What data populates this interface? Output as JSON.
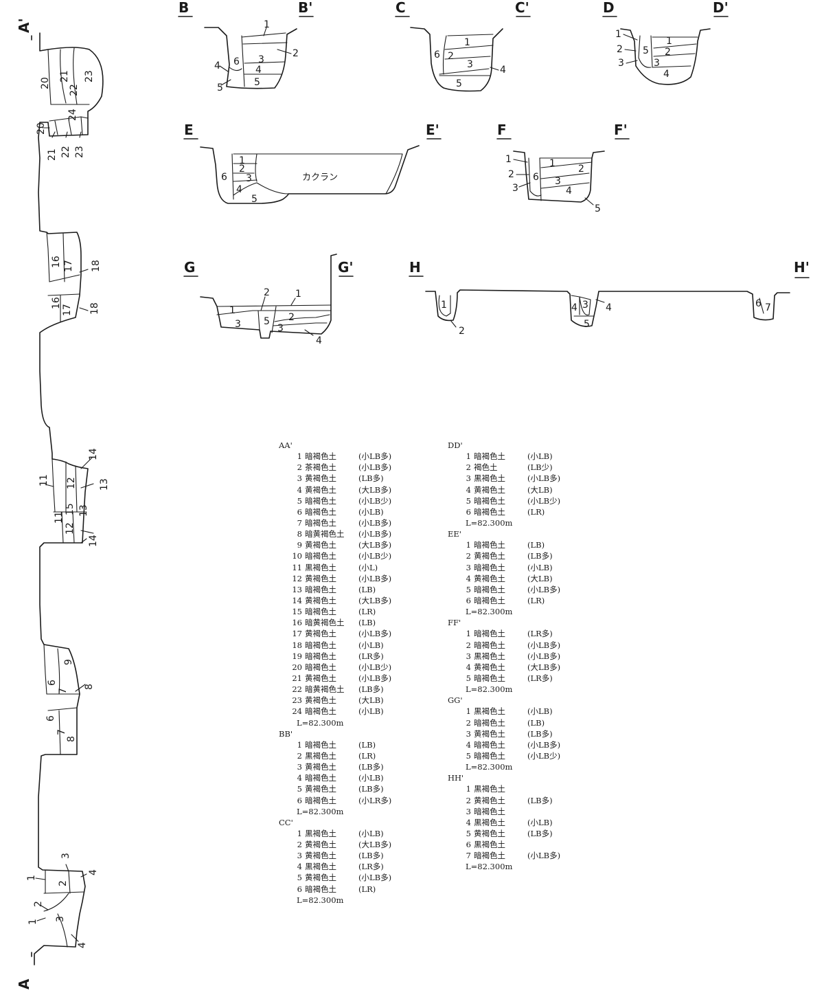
{
  "diagram": {
    "sections": {
      "A": {
        "start": "A",
        "end": "A'"
      },
      "B": {
        "start": "B",
        "end": "B'"
      },
      "C": {
        "start": "C",
        "end": "C'"
      },
      "D": {
        "start": "D",
        "end": "D'"
      },
      "E": {
        "start": "E",
        "end": "E'"
      },
      "F": {
        "start": "F",
        "end": "F'"
      },
      "G": {
        "start": "G",
        "end": "G'"
      },
      "H": {
        "start": "H",
        "end": "H'"
      }
    },
    "disturbance_label": "カクラン"
  },
  "legend": [
    {
      "section": "AA'",
      "level": "L=82.300m",
      "layers": [
        {
          "no": "1",
          "soil": "暗褐色土",
          "note": "(小LB多)"
        },
        {
          "no": "2",
          "soil": "茶褐色土",
          "note": "(小LB多)"
        },
        {
          "no": "3",
          "soil": "黄褐色土",
          "note": "(LB多)"
        },
        {
          "no": "4",
          "soil": "黄褐色土",
          "note": "(大LB多)"
        },
        {
          "no": "5",
          "soil": "暗褐色土",
          "note": "(小LB少)"
        },
        {
          "no": "6",
          "soil": "暗褐色土",
          "note": "(小LB)"
        },
        {
          "no": "7",
          "soil": "暗褐色土",
          "note": "(小LB多)"
        },
        {
          "no": "8",
          "soil": "暗黄褐色土",
          "note": "(小LB多)"
        },
        {
          "no": "9",
          "soil": "黄褐色土",
          "note": "(大LB多)"
        },
        {
          "no": "10",
          "soil": "暗褐色土",
          "note": "(小LB少)"
        },
        {
          "no": "11",
          "soil": "黒褐色土",
          "note": "(小L)"
        },
        {
          "no": "12",
          "soil": "黄褐色土",
          "note": "(小LB多)"
        },
        {
          "no": "13",
          "soil": "暗褐色土",
          "note": "(LB)"
        },
        {
          "no": "14",
          "soil": "黄褐色土",
          "note": "(大LB多)"
        },
        {
          "no": "15",
          "soil": "暗褐色土",
          "note": "(LR)"
        },
        {
          "no": "16",
          "soil": "暗黄褐色土",
          "note": "(LB)"
        },
        {
          "no": "17",
          "soil": "黄褐色土",
          "note": "(小LB多)"
        },
        {
          "no": "18",
          "soil": "暗褐色土",
          "note": "(小LB)"
        },
        {
          "no": "19",
          "soil": "暗褐色土",
          "note": "(LR多)"
        },
        {
          "no": "20",
          "soil": "暗褐色土",
          "note": "(小LB少)"
        },
        {
          "no": "21",
          "soil": "黄褐色土",
          "note": "(小LB多)"
        },
        {
          "no": "22",
          "soil": "暗黄褐色土",
          "note": "(LB多)"
        },
        {
          "no": "23",
          "soil": "黄褐色土",
          "note": "(大LB)"
        },
        {
          "no": "24",
          "soil": "暗褐色土",
          "note": "(小LB)"
        }
      ]
    },
    {
      "section": "BB'",
      "level": "L=82.300m",
      "layers": [
        {
          "no": "1",
          "soil": "暗褐色土",
          "note": "(LB)"
        },
        {
          "no": "2",
          "soil": "黒褐色土",
          "note": "(LR)"
        },
        {
          "no": "3",
          "soil": "黄褐色土",
          "note": "(LB多)"
        },
        {
          "no": "4",
          "soil": "暗褐色土",
          "note": "(小LB)"
        },
        {
          "no": "5",
          "soil": "黄褐色土",
          "note": "(LB多)"
        },
        {
          "no": "6",
          "soil": "暗褐色土",
          "note": "(小LR多)"
        }
      ]
    },
    {
      "section": "CC'",
      "level": "L=82.300m",
      "layers": [
        {
          "no": "1",
          "soil": "黒褐色土",
          "note": "(小LB)"
        },
        {
          "no": "2",
          "soil": "黄褐色土",
          "note": "(大LB多)"
        },
        {
          "no": "3",
          "soil": "黄褐色土",
          "note": "(LB多)"
        },
        {
          "no": "4",
          "soil": "黒褐色土",
          "note": "(LR多)"
        },
        {
          "no": "5",
          "soil": "黄褐色土",
          "note": "(小LB多)"
        },
        {
          "no": "6",
          "soil": "暗褐色土",
          "note": "(LR)"
        }
      ]
    },
    {
      "section": "DD'",
      "level": "L=82.300m",
      "layers": [
        {
          "no": "1",
          "soil": "暗褐色土",
          "note": "(小LB)"
        },
        {
          "no": "2",
          "soil": "褐色土",
          "note": "(LB少)"
        },
        {
          "no": "3",
          "soil": "黒褐色土",
          "note": "(小LB多)"
        },
        {
          "no": "4",
          "soil": "黄褐色土",
          "note": "(大LB)"
        },
        {
          "no": "5",
          "soil": "暗褐色土",
          "note": "(小LB少)"
        },
        {
          "no": "6",
          "soil": "暗褐色土",
          "note": "(LR)"
        }
      ]
    },
    {
      "section": "EE'",
      "level": "L=82.300m",
      "layers": [
        {
          "no": "1",
          "soil": "暗褐色土",
          "note": "(LB)"
        },
        {
          "no": "2",
          "soil": "黄褐色土",
          "note": "(LB多)"
        },
        {
          "no": "3",
          "soil": "暗褐色土",
          "note": "(小LB)"
        },
        {
          "no": "4",
          "soil": "黄褐色土",
          "note": "(大LB)"
        },
        {
          "no": "5",
          "soil": "暗褐色土",
          "note": "(小LB多)"
        },
        {
          "no": "6",
          "soil": "暗褐色土",
          "note": "(LR)"
        }
      ]
    },
    {
      "section": "FF'",
      "level": "L=82.300m",
      "layers": [
        {
          "no": "1",
          "soil": "暗褐色土",
          "note": "(LR多)"
        },
        {
          "no": "2",
          "soil": "暗褐色土",
          "note": "(小LB多)"
        },
        {
          "no": "3",
          "soil": "黒褐色土",
          "note": "(小LB多)"
        },
        {
          "no": "4",
          "soil": "黄褐色土",
          "note": "(大LB多)"
        },
        {
          "no": "5",
          "soil": "暗褐色土",
          "note": "(LR多)"
        }
      ]
    },
    {
      "section": "GG'",
      "level": "L=82.300m",
      "layers": [
        {
          "no": "1",
          "soil": "黒褐色土",
          "note": "(小LB)"
        },
        {
          "no": "2",
          "soil": "暗褐色土",
          "note": "(LB)"
        },
        {
          "no": "3",
          "soil": "黄褐色土",
          "note": "(LB多)"
        },
        {
          "no": "4",
          "soil": "暗褐色土",
          "note": "(小LB多)"
        },
        {
          "no": "5",
          "soil": "暗褐色土",
          "note": "(小LB少)"
        }
      ]
    },
    {
      "section": "HH'",
      "level": "L=82.300m",
      "layers": [
        {
          "no": "1",
          "soil": "黒褐色土",
          "note": ""
        },
        {
          "no": "2",
          "soil": "黄褐色土",
          "note": "(LB多)"
        },
        {
          "no": "3",
          "soil": "暗褐色土",
          "note": ""
        },
        {
          "no": "4",
          "soil": "黒褐色土",
          "note": "(小LB)"
        },
        {
          "no": "5",
          "soil": "黄褐色土",
          "note": "(LB多)"
        },
        {
          "no": "6",
          "soil": "黒褐色土",
          "note": ""
        },
        {
          "no": "7",
          "soil": "暗褐色土",
          "note": "(小LB多)"
        }
      ]
    }
  ]
}
